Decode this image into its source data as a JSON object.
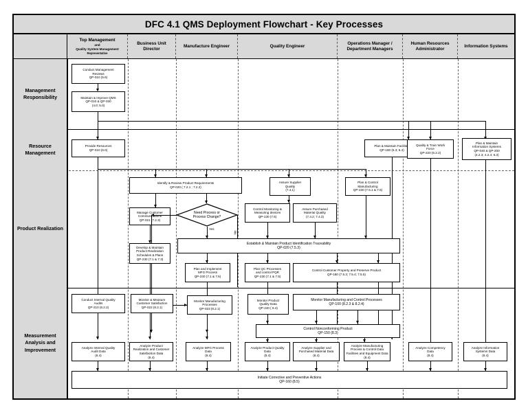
{
  "title": "DFC 4.1 QMS Deployment Flowchart - Key Processes",
  "lanes": [
    {
      "id": "row-label-col",
      "l1": "",
      "l2": "",
      "l3": "",
      "l4": ""
    },
    {
      "id": "top-management",
      "l1": "Top Management",
      "l2": "and",
      "l3": "Quality System Management",
      "l4": "Representative"
    },
    {
      "id": "business-unit-director",
      "l1": "Business Unit",
      "l2": "",
      "l3": "Director",
      "l4": ""
    },
    {
      "id": "manufacture-engineer",
      "l1": "Manufacture Engineer",
      "l2": "",
      "l3": "",
      "l4": ""
    },
    {
      "id": "quality-engineer",
      "l1": "Quality Engineer",
      "l2": "",
      "l3": "",
      "l4": ""
    },
    {
      "id": "operations-manager",
      "l1": "Operations Manager /",
      "l2": "",
      "l3": "Department Managers",
      "l4": ""
    },
    {
      "id": "human-resources-administrator",
      "l1": "Human Resources",
      "l2": "",
      "l3": "Administrator",
      "l4": ""
    },
    {
      "id": "information-systems",
      "l1": "Information Systems",
      "l2": "",
      "l3": "",
      "l4": ""
    }
  ],
  "rows": [
    {
      "id": "management-responsibility",
      "label": "Management\nResponsibility"
    },
    {
      "id": "resource-management",
      "label": "Resource\nManagement"
    },
    {
      "id": "product-realization",
      "label": "Product\nRealization"
    },
    {
      "id": "measurement-analysis-improvement",
      "label": "Measurement\nAnalysis and\nImprovement"
    }
  ],
  "boxes": {
    "conduct_management_reviews": "Conduct Management\nReviews\nQP-010 (5.6)",
    "maintain_improve_qms": "Maintain & Improve QMS\nQP-010 & QP-030\n(4.0; 5.0)",
    "provide_resources": "Provide Resources\nQP-010 (6.0)",
    "plan_maintain_facilities": "Plan & Maintain Facilities\nQP-180 (6.3; 6.4)",
    "quality_train_work_force": "Quality & Train Work\nForce\nQP-220 (6.2.2)",
    "plan_maintain_information_systems": "Plan & Maintain\nInformation Systems\nQP-040 & QP-200\n(4.2.3; 4.2.4; 6.3)",
    "identify_review_product_requirements": "Identify & Review Product Requirements\nQP-020 ( 7.2.1 ; 7.2.2)",
    "assure_supplier_quality": "Assure Supplier\nQuality\n(7.4.1)",
    "plan_control_manufacturing": "Plan & Control\nManufacturing\nQP-230 (7.5.1 & 7.5)",
    "manage_customer_communications": "Manage Customer\nCommunications\nQP-021 (7.2.3)",
    "need_process_change": "Need Process or\nProcess Change?",
    "control_monitoring_measuring_devices": "Control Monitoring &\nMeasuring devices\nQP-130 (7.6)",
    "assure_purchased_material_quality": "Assure Purchased\nMaterial Quality\n(7.4.2; 7.4.3)",
    "establish_maintain_traceability": "Establish & Maintain Product Identification Traceability\nQP-020 (7.5.3)",
    "develop_maintain_schedules_plans": "Develop & Maintain\nProduct Realization\nSchedules & Plans\nQP-230 (7.1 & 7.3)",
    "plan_implement_mfg_process": "Plan and Implement\nMFG Process\nQP-230 (7.1 & 7.5)",
    "plan_qc_processes_pqr": "Plan QC Processes\nand control PQR\nQP-230 (7.1 & 7.5)",
    "control_customer_property": "Control Customer Property and Preserve Product\nQP-180 (7.5.3; 7.5.4; 7.5.5)",
    "conduct_internal_quality_audits": "Conduct Internal  Quality\nAudits\nQP-210 (8.2.2)",
    "monitor_measure_customer_satisfaction": "Monitor & Measure\nCustomer Satisfaction\nQP-022 (8.2.1)",
    "monitor_manufacturing_processes": "Monitor Manufacturing\nProcesses\nQP-023 (8.2.1)",
    "monitor_product_quality_data": "Monitor Product\nQuality Data\nQP-240 ( 8.4)",
    "monitor_manufacturing_control_processes": "Monitor Manufacturing and Control Processes\nQP-100 (8.2.3 & 8.2.4)",
    "control_nonconforming_product": "Control Nonconforming Product\nQP-150 (8.3)",
    "analyze_internal_quality_audit_data": "Analyze Internal Quality\nAudit Data\n(8.4)",
    "analyze_product_realization_satisfaction": "Analyze Product\nRealization  and Customer\nSatisfaction Data\n(8.4)",
    "analyze_mfg_process_data": "Analyze MFG Process\nData\n(8.4)",
    "analyze_product_quality_data": "Analyze Product Quality\nData\n(8.4)",
    "analyze_supplier_purchased_material_data": "Analyze Supplier and\nPurchased Material Data\n(8.4)",
    "analyze_manufacturing_process_control_data": "Analyze Manufacturing\nProcess  & Control Data\nFacilities and Equipment Data\n(8.4)",
    "analyze_competency_data": "Analyze Competency\nData\n(8.4)",
    "analyze_information_systems_data": "Analyze Information\nSystems Data\n(8.4)",
    "initiate_corrective_preventive_actions": "Initiate Corrective and Preventive Actions\nQP-160 (8.5)"
  },
  "edge_labels": {
    "yes": "Yes",
    "no_left": "No",
    "no_right": "No"
  },
  "colors": {
    "header_fill": "#d9d9d9",
    "box_fill": "#ffffff",
    "line": "#000000",
    "lane_divider": "#666666"
  }
}
